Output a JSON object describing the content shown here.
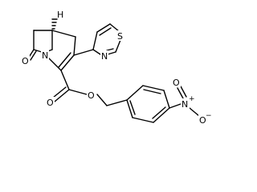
{
  "molecule": {
    "atoms": {
      "lactam_o": "O",
      "n_ring": "N",
      "h_stereo": "H",
      "s_thiazole": "S",
      "n_thiazole": "N",
      "ester_o_carbonyl": "O",
      "ester_o_link": "O",
      "nitro_n": "N",
      "nitro_n_charge": "+",
      "nitro_o_top": "O",
      "nitro_o_bottom": "O",
      "nitro_o_charge": "−"
    }
  }
}
